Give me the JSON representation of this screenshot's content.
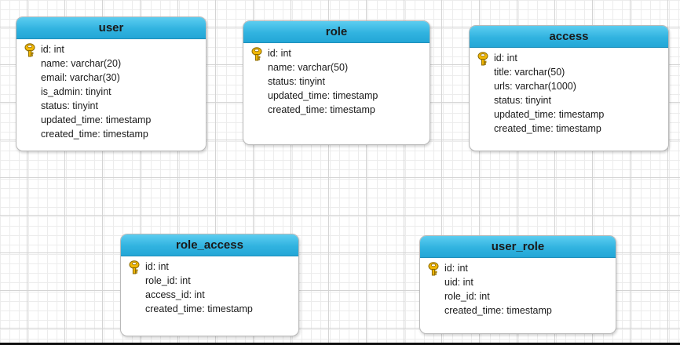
{
  "colors": {
    "header_top": "#5ccdf0",
    "header_bottom": "#23a6d6",
    "card_border": "#b9b9b9",
    "grid_line": "#d4d4d4",
    "key_icon": "#f2b705"
  },
  "tables": [
    {
      "name": "user",
      "fields": [
        {
          "text": "id: int",
          "key": true
        },
        {
          "text": "name: varchar(20)",
          "key": false
        },
        {
          "text": "email: varchar(30)",
          "key": false
        },
        {
          "text": "is_admin: tinyint",
          "key": false
        },
        {
          "text": "status: tinyint",
          "key": false
        },
        {
          "text": "updated_time: timestamp",
          "key": false
        },
        {
          "text": "created_time: timestamp",
          "key": false
        }
      ]
    },
    {
      "name": "role",
      "fields": [
        {
          "text": "id: int",
          "key": true
        },
        {
          "text": "name: varchar(50)",
          "key": false
        },
        {
          "text": "status: tinyint",
          "key": false
        },
        {
          "text": "updated_time: timestamp",
          "key": false
        },
        {
          "text": "created_time: timestamp",
          "key": false
        }
      ]
    },
    {
      "name": "access",
      "fields": [
        {
          "text": "id: int",
          "key": true
        },
        {
          "text": "title: varchar(50)",
          "key": false
        },
        {
          "text": "urls: varchar(1000)",
          "key": false
        },
        {
          "text": "status: tinyint",
          "key": false
        },
        {
          "text": "updated_time: timestamp",
          "key": false
        },
        {
          "text": "created_time: timestamp",
          "key": false
        }
      ]
    },
    {
      "name": "role_access",
      "fields": [
        {
          "text": "id: int",
          "key": true
        },
        {
          "text": "role_id: int",
          "key": false
        },
        {
          "text": "access_id: int",
          "key": false
        },
        {
          "text": "created_time: timestamp",
          "key": false
        }
      ]
    },
    {
      "name": "user_role",
      "fields": [
        {
          "text": "id: int",
          "key": true
        },
        {
          "text": "uid: int",
          "key": false
        },
        {
          "text": "role_id: int",
          "key": false
        },
        {
          "text": "created_time: timestamp",
          "key": false
        }
      ]
    }
  ]
}
